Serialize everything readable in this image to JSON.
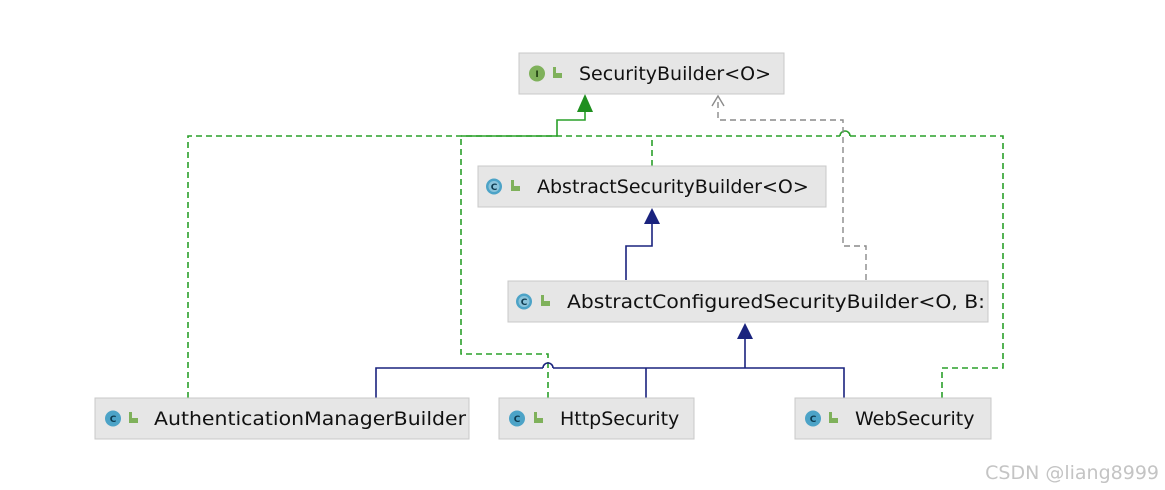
{
  "diagram": {
    "nodes": [
      {
        "id": "security-builder",
        "label": "SecurityBuilder<O>",
        "kind": "I",
        "kind_color": "#7fb15b"
      },
      {
        "id": "abstract-security-builder",
        "label": "AbstractSecurityBuilder<O>",
        "kind": "C",
        "kind_color": "#4ca3c7"
      },
      {
        "id": "abstract-configured-security-builder",
        "label": "AbstractConfiguredSecurityBuilder<O, B:",
        "kind": "C",
        "kind_color": "#4ca3c7"
      },
      {
        "id": "authentication-manager-builder",
        "label": "AuthenticationManagerBuilder",
        "kind": "C",
        "kind_color": "#4ca3c7"
      },
      {
        "id": "http-security",
        "label": "HttpSecurity",
        "kind": "C",
        "kind_color": "#4ca3c7"
      },
      {
        "id": "web-security",
        "label": "WebSecurity",
        "kind": "C",
        "kind_color": "#4ca3c7"
      }
    ],
    "edges": [
      {
        "from": "abstract-security-builder",
        "to": "security-builder",
        "type": "implements",
        "color": "#2aa02a"
      },
      {
        "from": "authentication-manager-builder",
        "to": "security-builder",
        "type": "implements",
        "color": "#2aa02a"
      },
      {
        "from": "http-security",
        "to": "security-builder",
        "type": "implements",
        "color": "#2aa02a"
      },
      {
        "from": "web-security",
        "to": "security-builder",
        "type": "implements",
        "color": "#2aa02a"
      },
      {
        "from": "abstract-configured-security-builder",
        "to": "security-builder",
        "type": "dependency",
        "color": "#8a8a8a"
      },
      {
        "from": "abstract-configured-security-builder",
        "to": "abstract-security-builder",
        "type": "extends",
        "color": "#1a237e"
      },
      {
        "from": "authentication-manager-builder",
        "to": "abstract-configured-security-builder",
        "type": "extends",
        "color": "#1a237e"
      },
      {
        "from": "http-security",
        "to": "abstract-configured-security-builder",
        "type": "extends",
        "color": "#1a237e"
      },
      {
        "from": "web-security",
        "to": "abstract-configured-security-builder",
        "type": "extends",
        "color": "#1a237e"
      }
    ],
    "colors": {
      "node_fill": "#e6e6e6",
      "node_border": "#c8c8c8",
      "implements": "#2aa02a",
      "extends": "#1a237e",
      "dependency": "#8a8a8a",
      "visibility_icon": "#7fb15b"
    }
  },
  "watermark": "CSDN @liang8999"
}
